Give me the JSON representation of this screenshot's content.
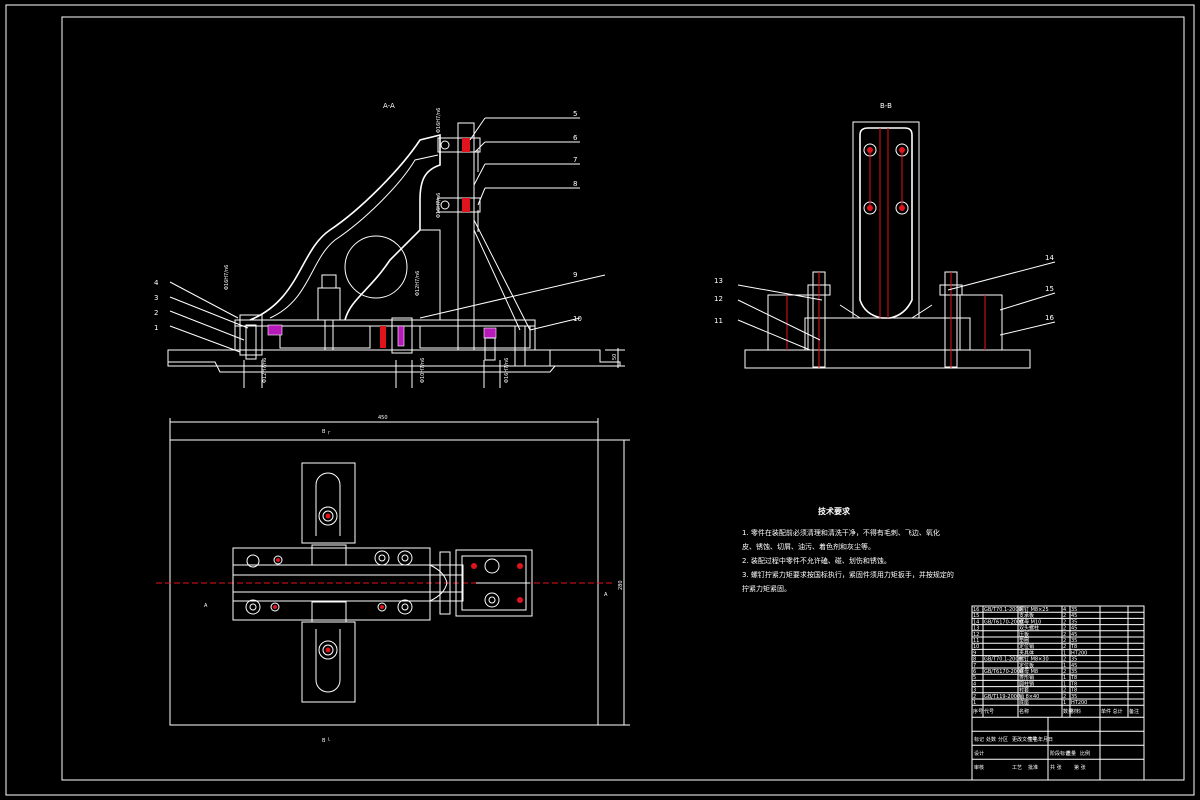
{
  "sections": {
    "aa_title": "A-A",
    "bb_title": "B-B",
    "plan_top_marker": "B ┌",
    "plan_bottom_marker": "B └",
    "plan_left_marker": "A",
    "plan_right_marker": "A"
  },
  "dimensions": {
    "width_450": "450",
    "height_280": "280",
    "aa_vertical_50": "50",
    "tol_1": "Φ16H7/n6",
    "tol_2": "Φ12H7/n6",
    "tol_3": "Φ12H7/n6",
    "tol_4": "Φ10H7/n6",
    "tol_5": "Φ16H7/n6"
  },
  "balloons_aa": [
    "1",
    "2",
    "3",
    "4",
    "5",
    "6",
    "7",
    "8",
    "9",
    "10"
  ],
  "balloons_bb": [
    "13",
    "12",
    "11",
    "14",
    "15",
    "16"
  ],
  "tech_requirements": {
    "title": "技术要求",
    "lines": [
      "1. 零件在装配前必须清理和清洗干净，不得有毛刺、飞边、氧化",
      "皮、锈蚀、切屑、油污、着色剂和灰尘等。",
      "2. 装配过程中零件不允许磕、碰、划伤和锈蚀。",
      "3. 螺钉拧紧力矩要求按国标执行，紧固件须用力矩扳手，并按规定的",
      "拧紧力矩紧固。"
    ]
  },
  "title_block": {
    "header": [
      "序号",
      "代号",
      "名称",
      "数量",
      "材料",
      "单件 总计",
      "备注"
    ],
    "rows": [
      [
        "16",
        "GB/T70.1-2000",
        "螺钉 M8×25",
        "4",
        "35"
      ],
      [
        "15",
        "",
        "支承板",
        "2",
        "45"
      ],
      [
        "14",
        "GB/T6170-2000",
        "螺母 M10",
        "2",
        "35"
      ],
      [
        "13",
        "",
        "双头螺柱",
        "2",
        "45"
      ],
      [
        "12",
        "",
        "压板",
        "2",
        "45"
      ],
      [
        "11",
        "",
        "垫圈",
        "2",
        "35"
      ],
      [
        "10",
        "",
        "定位销",
        "2",
        "T8"
      ],
      [
        "9",
        "",
        "夹具体",
        "1",
        "HT200"
      ],
      [
        "8",
        "GB/T70.1-2000",
        "螺钉 M8×30",
        "2",
        "35"
      ],
      [
        "7",
        "",
        "定位板",
        "1",
        "45"
      ],
      [
        "6",
        "GB/T6170-2000",
        "螺母 M8",
        "2",
        "35"
      ],
      [
        "5",
        "",
        "菱形销",
        "1",
        "T8"
      ],
      [
        "4",
        "",
        "圆柱销",
        "1",
        "T8"
      ],
      [
        "3",
        "",
        "衬套",
        "2",
        "T8"
      ],
      [
        "2",
        "GB/T119-2000",
        "销 8×40",
        "2",
        "35"
      ],
      [
        "1",
        "",
        "底座",
        "1",
        "HT200"
      ]
    ],
    "bottom_labels": [
      "标记",
      "处数",
      "分区",
      "更改文件号",
      "签名",
      "年月日",
      "设计",
      "审核",
      "工艺",
      "批准",
      "阶段标记",
      "重量",
      "比例",
      "共 张",
      "第 张"
    ]
  }
}
